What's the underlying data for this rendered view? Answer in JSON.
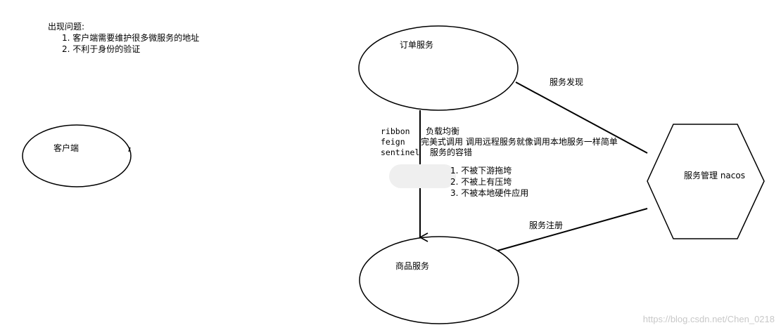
{
  "problems": {
    "title": "出现问题:",
    "items": [
      "1. 客户端需要维护很多微服务的地址",
      "2. 不利于身份的验证"
    ]
  },
  "nodes": {
    "client": "客户端",
    "order_service": "订单服务",
    "product_service": "商品服务",
    "nacos": "服务管理 nacos"
  },
  "edges": {
    "discovery": "服务发现",
    "registration": "服务注册"
  },
  "components": [
    {
      "name": "ribbon",
      "desc": "负载均衡"
    },
    {
      "name": "feign",
      "desc": "完美式调用  调用远程服务就像调用本地服务一样简单"
    },
    {
      "name": "sentinel",
      "desc": "服务的容错"
    }
  ],
  "sentinel_points": [
    "1. 不被下游拖垮",
    "2. 不被上有压垮",
    "3. 不被本地硬件应用"
  ],
  "watermark": "https://blog.csdn.net/Chen_0218"
}
